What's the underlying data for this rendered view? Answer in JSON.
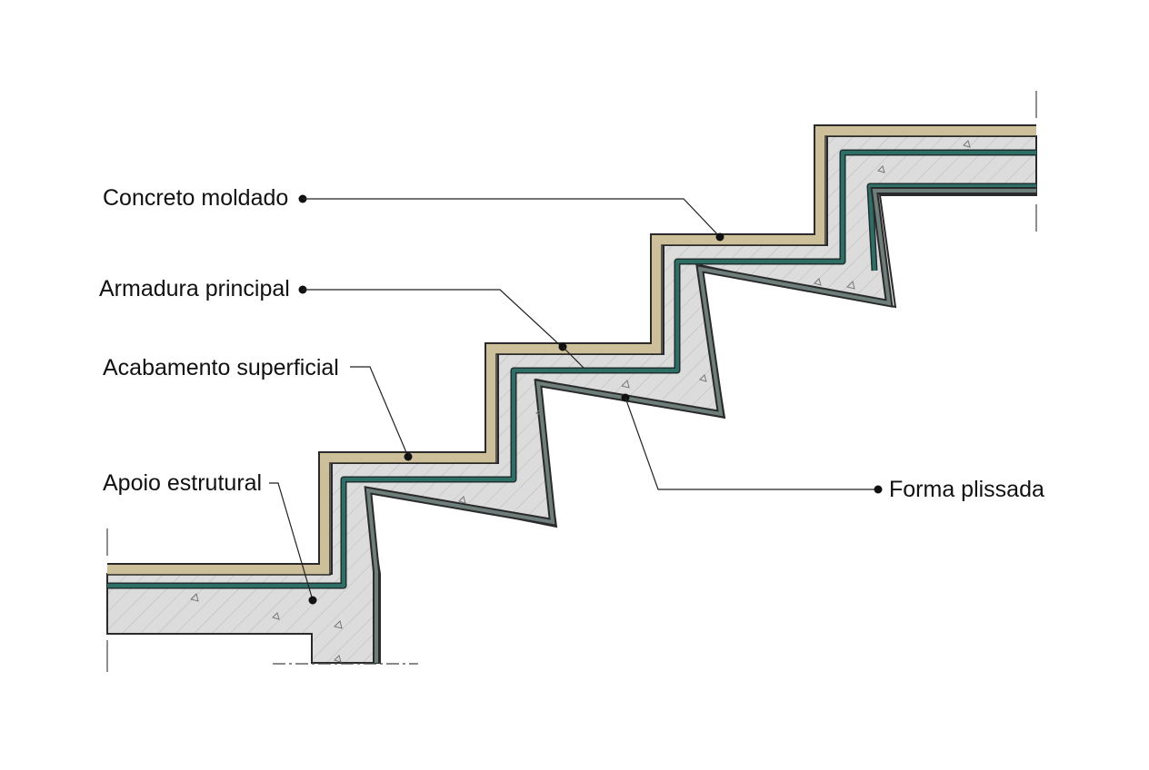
{
  "labels": {
    "concreto_moldado": "Concreto moldado",
    "armadura_principal": "Armadura principal",
    "acabamento_superficial": "Acabamento superficial",
    "apoio_estrutural": "Apoio estrutural",
    "forma_plissada": "Forma plissada"
  },
  "colors": {
    "finish_layer": "#cdbf9a",
    "concrete": "#dcdcdc",
    "rebar": "#2f6e66",
    "formwork": "#6e7e7a",
    "outline": "#2a2a2a",
    "text": "#111111"
  }
}
